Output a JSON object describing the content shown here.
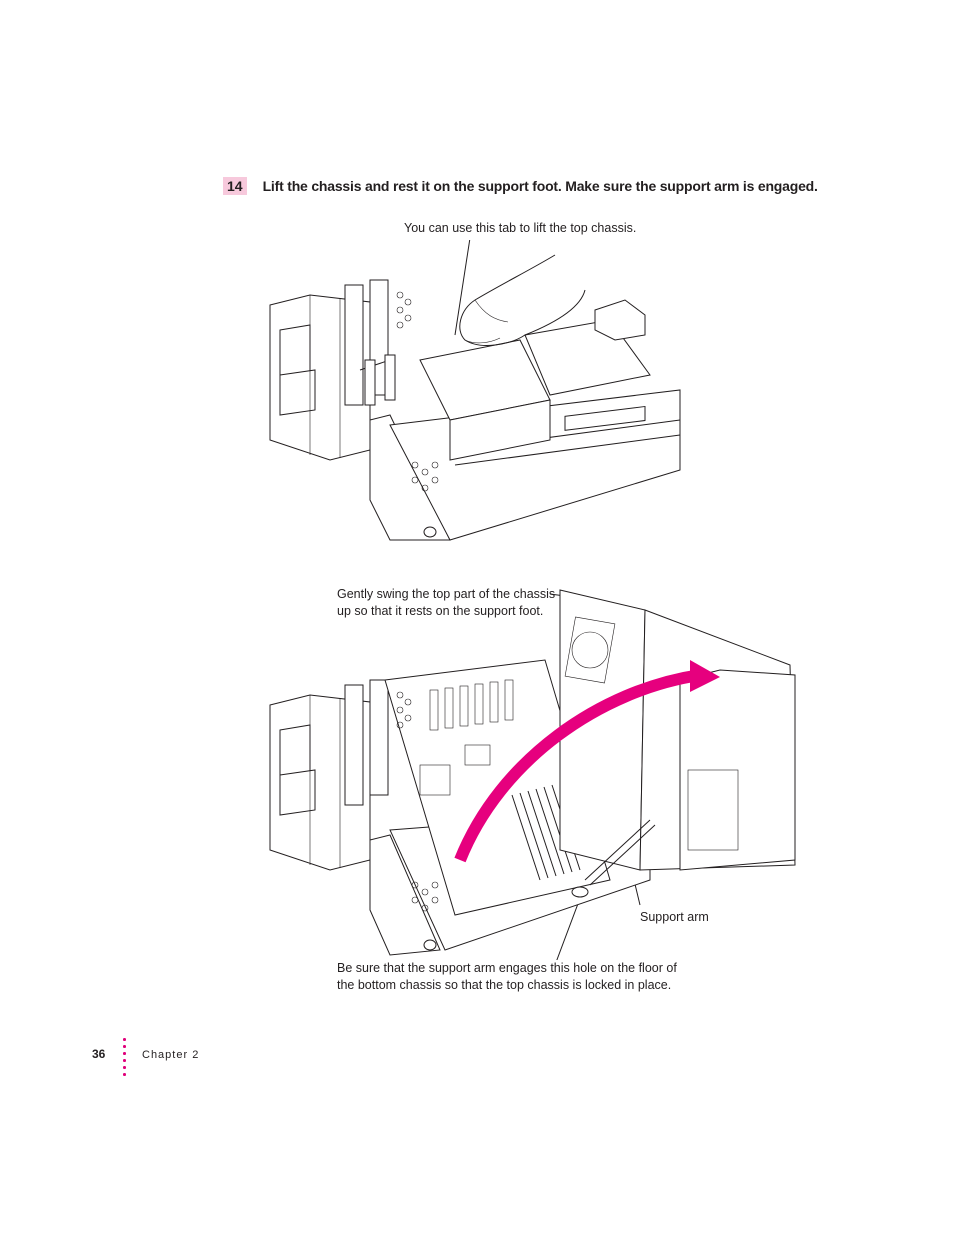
{
  "step": {
    "number": "14",
    "instruction": "Lift the chassis and rest it on the support foot. Make sure the support arm is engaged."
  },
  "figure1": {
    "callout_tab": "You can use this tab to lift the top chassis."
  },
  "figure2": {
    "callout_swing_line1": "Gently swing the top part of the chassis",
    "callout_swing_line2": "up so that it rests on the support foot.",
    "callout_support_arm": "Support arm",
    "callout_hole_line1": "Be sure that the support arm engages this hole on the floor of",
    "callout_hole_line2": "the bottom chassis so that the top chassis is locked in place.",
    "arrow_color": "#e6007e"
  },
  "footer": {
    "page_number": "36",
    "chapter_label": "Chapter 2",
    "dot_color": "#e0007a"
  }
}
